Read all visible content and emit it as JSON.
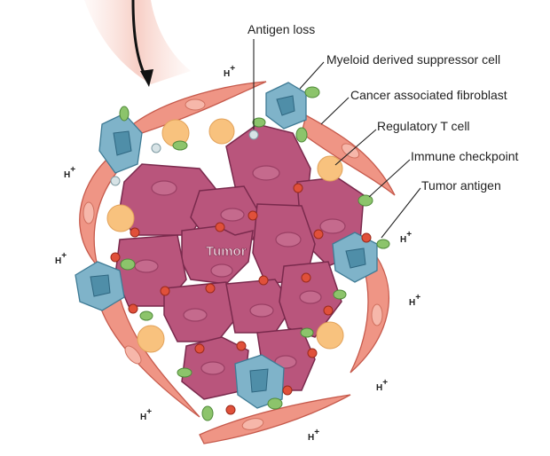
{
  "labels": {
    "antigen_loss": "Antigen loss",
    "mdsc": "Myeloid derived suppressor cell",
    "caf": "Cancer associated fibroblast",
    "treg": "Regulatory T cell",
    "checkpoint": "Immune checkpoint",
    "tumor_antigen": "Tumor antigen",
    "tumor": "Tumor"
  },
  "proton": {
    "symbol": "H",
    "charge": "+"
  },
  "colors": {
    "tumor_cell": "#b9557c",
    "fibroblast": "#ef9585",
    "mdsc": "#7fb3c9",
    "treg": "#f8c27e",
    "checkpoint": "#8cc46b",
    "antigen": "#e0503a"
  }
}
